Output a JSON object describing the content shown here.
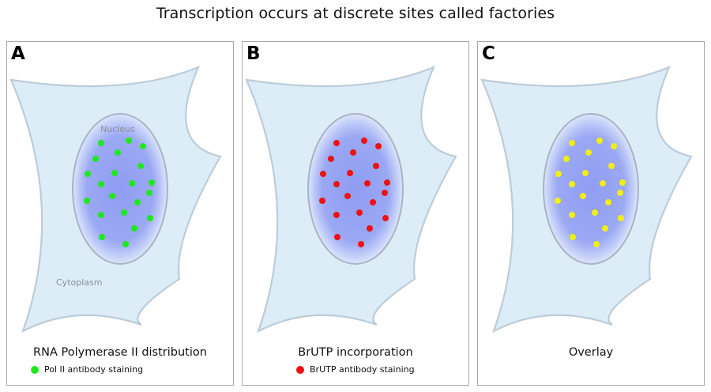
{
  "title": "Transcription occurs at discrete sites called factories",
  "labels": {
    "nucleus": "Nucleus",
    "cytoplasm": "Cytoplasm"
  },
  "panels": [
    {
      "letter": "A",
      "caption": "RNA Polymerase II distribution",
      "legend": "Pol II antibody staining",
      "dot_color": "#1ee81e",
      "show_labels": true
    },
    {
      "letter": "B",
      "caption": "BrUTP incorporation",
      "legend": "BrUTP antibody staining",
      "dot_color": "#ee1111",
      "show_labels": false
    },
    {
      "letter": "C",
      "caption": "Overlay",
      "legend": "",
      "dot_color": "#f2ee14",
      "show_labels": false
    }
  ],
  "colors": {
    "cell_fill": "#dcedf8",
    "cell_stroke": "#bcccd8",
    "nucleus_center": "#8f9cf3",
    "nucleus_edge": "#dce6fb",
    "nucleus_stroke": "#a9b3c3"
  }
}
